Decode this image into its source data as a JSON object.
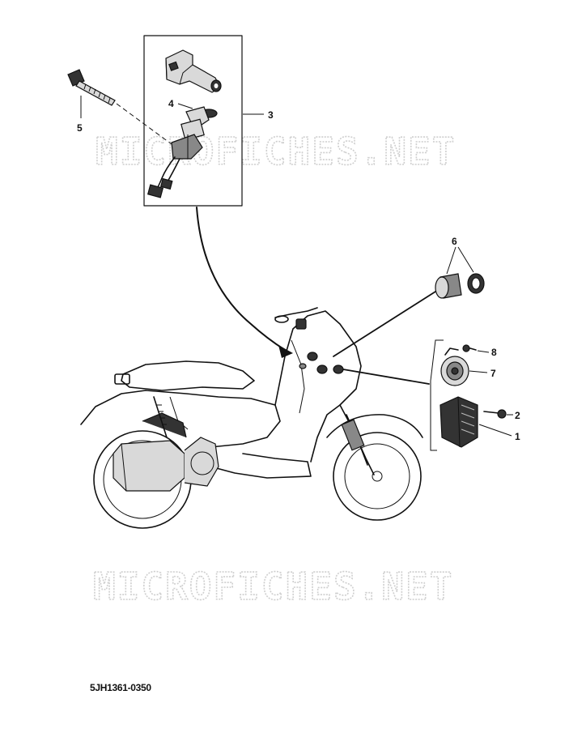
{
  "diagram": {
    "watermarks": [
      "MICROFICHES.NET",
      "MICROFICHES.NET"
    ],
    "callouts": [
      {
        "id": "1",
        "label": "1"
      },
      {
        "id": "2",
        "label": "2"
      },
      {
        "id": "3",
        "label": "3"
      },
      {
        "id": "4",
        "label": "4"
      },
      {
        "id": "5",
        "label": "5"
      },
      {
        "id": "6",
        "label": "6"
      },
      {
        "id": "7",
        "label": "7"
      },
      {
        "id": "8",
        "label": "8"
      }
    ],
    "drawing_code": "5JH1361-0350"
  }
}
